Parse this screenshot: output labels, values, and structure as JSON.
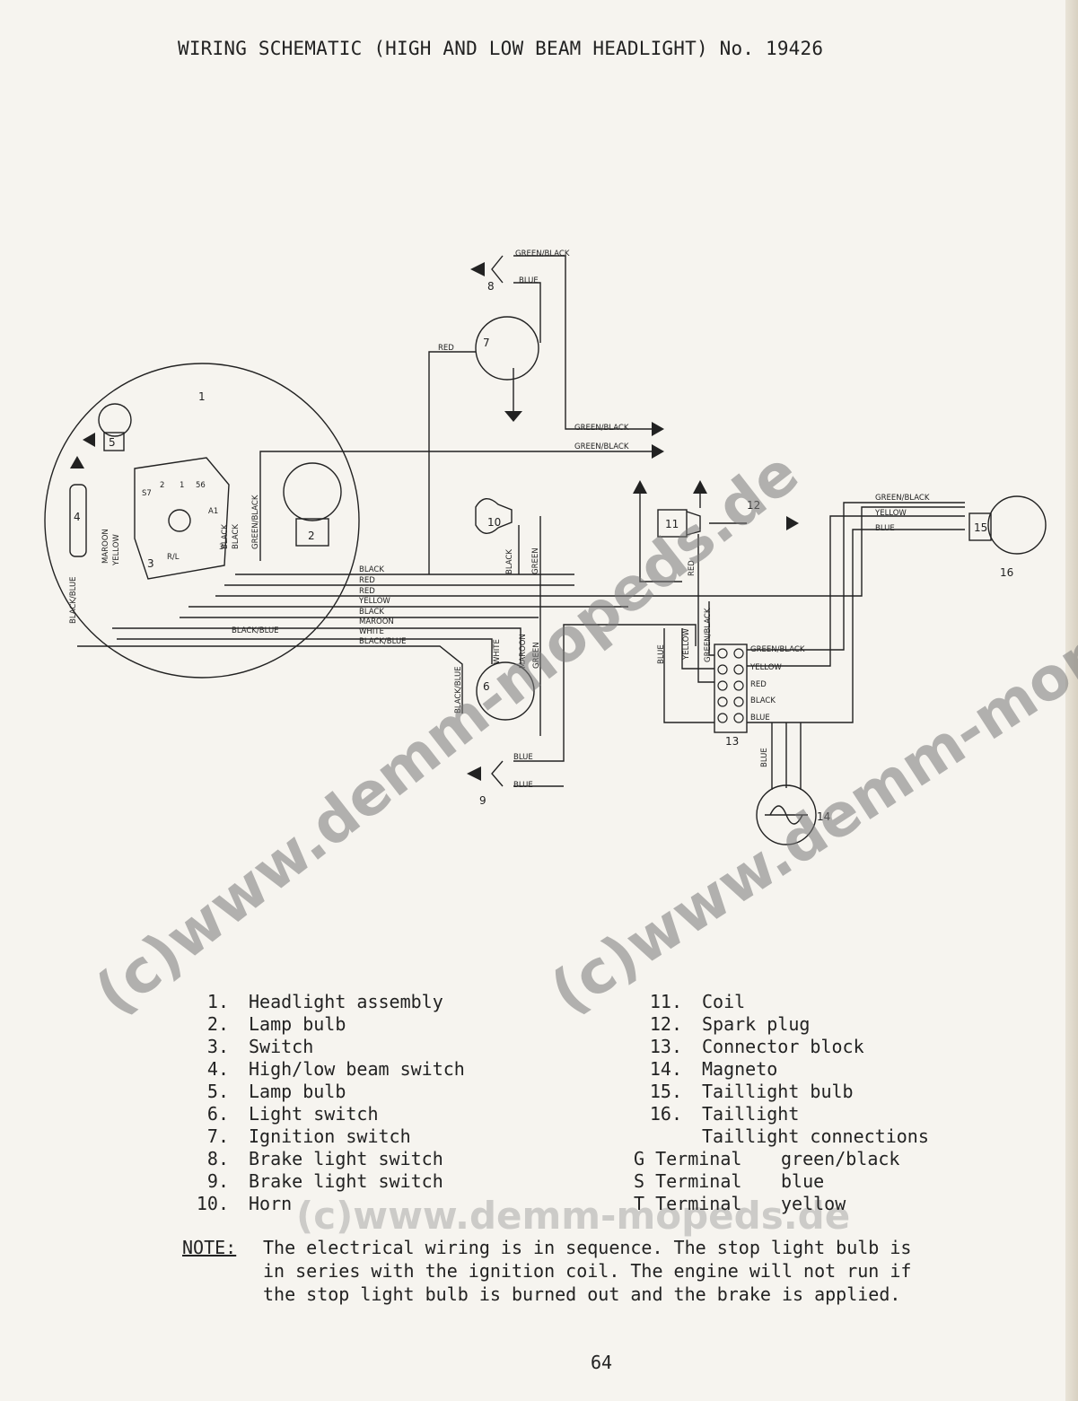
{
  "page": {
    "title": "WIRING SCHEMATIC (HIGH AND LOW BEAM HEADLIGHT)  No. 19426",
    "page_number": "64",
    "watermarks": [
      "(c)www.demm-mopeds.de",
      "(c)www.demm-mopeds.de",
      "(c)www.demm-mopeds.de"
    ]
  },
  "diagram": {
    "component_numbers": [
      "1",
      "2",
      "3",
      "4",
      "5",
      "6",
      "7",
      "8",
      "9",
      "10",
      "11",
      "12",
      "13",
      "14",
      "15",
      "16"
    ],
    "wire_labels": {
      "sw8_top": "GREEN/BLACK",
      "sw8_bottom": "BLUE",
      "red_to_7": "RED",
      "gb_arrow_1": "GREEN/BLACK",
      "gb_arrow_2": "GREEN/BLACK",
      "gb_vertical": "GREEN/BLACK",
      "black_v1": "BLACK",
      "black_v2": "BLACK",
      "maroon_v": "MAROON",
      "yellow_v": "YELLOW",
      "blackblue_v": "BLACK/BLUE",
      "black_horn": "BLACK",
      "green_horn": "GREEN",
      "bundle": [
        "BLACK",
        "RED",
        "RED",
        "YELLOW",
        "BLACK",
        "MAROON",
        "WHITE",
        "BLACK/BLUE"
      ],
      "blackblue_h": "BLACK/BLUE",
      "white_6": "WHITE",
      "maroon_6": "MAROON",
      "green_6": "GREEN",
      "blackblue_6": "BLACK/BLUE",
      "sw9_top": "BLUE",
      "sw9_bottom": "BLUE",
      "red_coil": "RED",
      "blue_13": "BLUE",
      "yellow_13": "YELLOW",
      "gb_13": "GREEN/BLACK",
      "block": [
        "GREEN/BLACK",
        "YELLOW",
        "RED",
        "BLACK",
        "BLUE"
      ],
      "blue_mag": "BLUE",
      "tail": [
        "GREEN/BLACK",
        "YELLOW",
        "BLUE"
      ],
      "sw1_pins": [
        "S7",
        "2",
        "1",
        "56",
        "A1",
        "3",
        "R/L"
      ]
    }
  },
  "legend": {
    "left": [
      {
        "n": "1.",
        "label": "Headlight assembly"
      },
      {
        "n": "2.",
        "label": "Lamp bulb"
      },
      {
        "n": "3.",
        "label": "Switch"
      },
      {
        "n": "4.",
        "label": "High/low beam switch"
      },
      {
        "n": "5.",
        "label": "Lamp bulb"
      },
      {
        "n": "6.",
        "label": "Light switch"
      },
      {
        "n": "7.",
        "label": "Ignition switch"
      },
      {
        "n": "8.",
        "label": "Brake light switch"
      },
      {
        "n": "9.",
        "label": "Brake light switch"
      },
      {
        "n": "10.",
        "label": "Horn"
      }
    ],
    "right": [
      {
        "n": "11.",
        "label": "Coil"
      },
      {
        "n": "12.",
        "label": "Spark plug"
      },
      {
        "n": "13.",
        "label": "Connector block"
      },
      {
        "n": "14.",
        "label": "Magneto"
      },
      {
        "n": "15.",
        "label": "Taillight bulb"
      },
      {
        "n": "16.",
        "label": "Taillight"
      }
    ],
    "connections_heading": "Taillight connections",
    "terminals": [
      {
        "terminal": "G Terminal",
        "color": "green/black"
      },
      {
        "terminal": "S Terminal",
        "color": "blue"
      },
      {
        "terminal": "T Terminal",
        "color": "yellow"
      }
    ]
  },
  "note": {
    "label": "NOTE:",
    "lines": [
      "The electrical wiring is in sequence.  The stop light bulb is",
      "in series with the ignition coil.  The engine will not run if",
      "the stop light bulb is burned out and the brake is applied."
    ]
  }
}
